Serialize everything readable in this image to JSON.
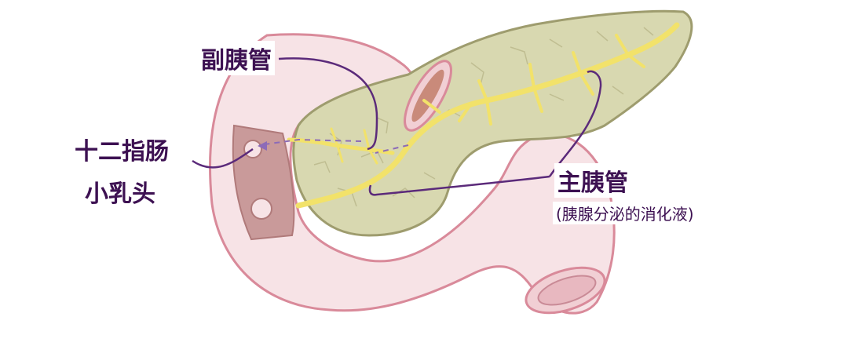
{
  "labels": {
    "accessory_duct": "副胰管",
    "duodenal_papilla_line1": "十二指肠",
    "duodenal_papilla_line2": "小乳头",
    "main_duct": "主胰管",
    "main_duct_note": "(胰腺分泌的消化液)"
  },
  "colors": {
    "duodenum_fill": "#f7e3e6",
    "duodenum_outline": "#d98a9a",
    "lumen": "#c99a9a",
    "pancreas_fill": "#d8d8b0",
    "pancreas_outline": "#9e9c6e",
    "duct": "#f2e26a",
    "leader_line": "#5b2a7a",
    "label_text": "#3d1152"
  }
}
